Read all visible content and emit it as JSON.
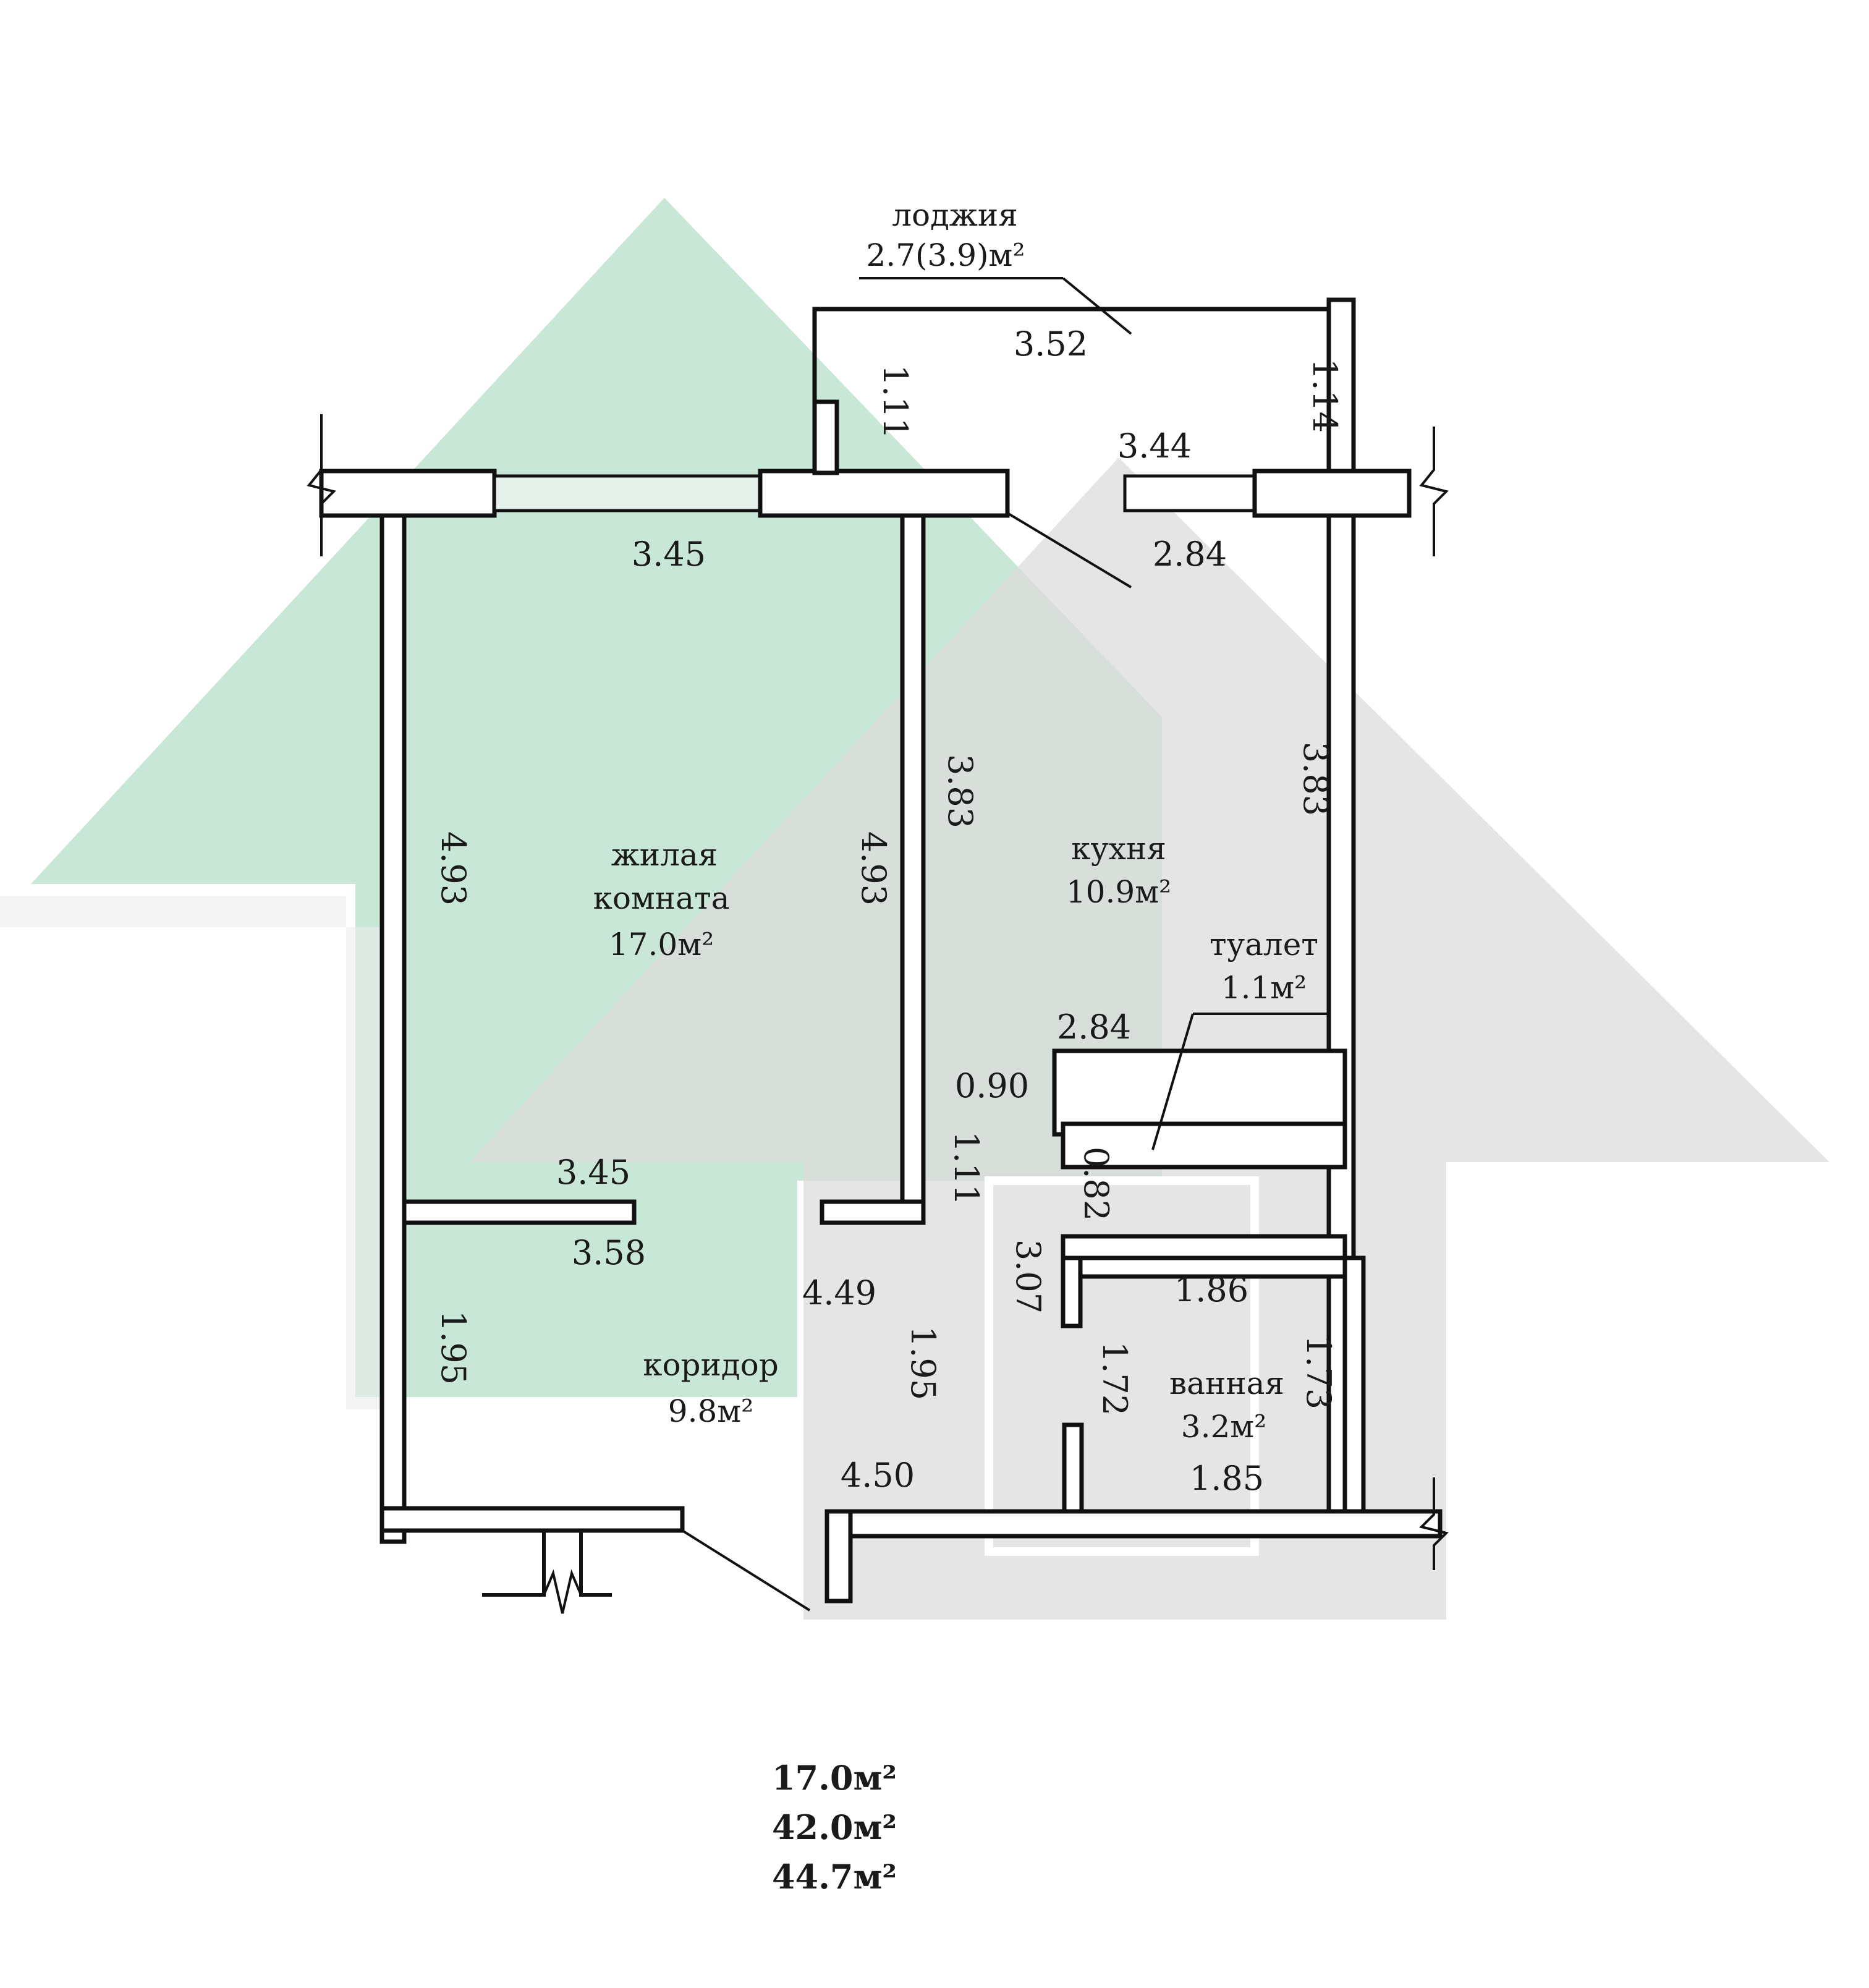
{
  "colors": {
    "green_arrow": "#bfe3cf",
    "gray_arrow": "#dcdcdc",
    "wall_line": "#111111",
    "background": "#ffffff"
  },
  "rooms": {
    "loggia": {
      "name": "лоджия",
      "area": "2.7(3.9)м²"
    },
    "living": {
      "name_line1": "жилая",
      "name_line2": "комната",
      "area": "17.0м²"
    },
    "kitchen": {
      "name": "кухня",
      "area": "10.9м²"
    },
    "toilet": {
      "name": "туалет",
      "area": "1.1м²"
    },
    "bath": {
      "name": "ванная",
      "area": "3.2м²"
    },
    "corridor": {
      "name": "коридор",
      "area": "9.8м²"
    }
  },
  "dimensions": {
    "loggia_width": "3.52",
    "loggia_left_depth": "1.11",
    "loggia_right_depth": "1.14",
    "kitchen_window": "3.44",
    "living_width_top": "3.45",
    "kitchen_width_top": "2.84",
    "living_left_height": "4.93",
    "living_right_height": "4.93",
    "kitchen_left_height": "3.83",
    "kitchen_right_height": "3.83",
    "toilet_width": "2.84",
    "toilet_height": "0.90",
    "living_width_bottom": "3.45",
    "corridor_width_top": "3.58",
    "corridor_opening": "1.11",
    "toilet_door": "0.82",
    "hall_height": "3.07",
    "corridor_length": "4.49",
    "corridor_left_height": "1.95",
    "corridor_right_height": "1.95",
    "bath_width_top": "1.86",
    "bath_left_height": "1.72",
    "bath_right_height": "1.73",
    "bath_width_bottom": "1.85",
    "corridor_bottom": "4.50"
  },
  "totals": {
    "living_area": "17.0м²",
    "total_area": "42.0м²",
    "total_with_loggia": "44.7м²"
  }
}
